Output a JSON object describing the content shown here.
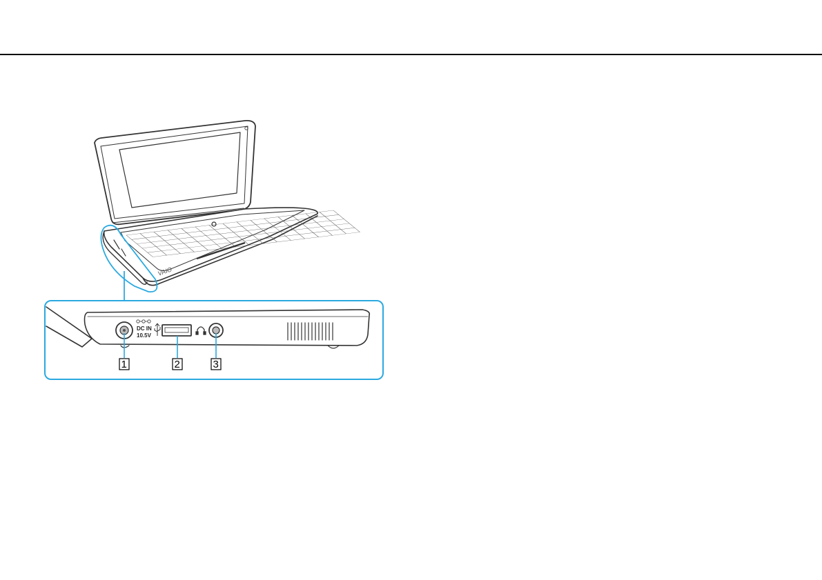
{
  "figure": {
    "callouts": [
      {
        "number": "1",
        "port": "dc-in-port"
      },
      {
        "number": "2",
        "port": "usb-port"
      },
      {
        "number": "3",
        "port": "headphones-jack"
      }
    ],
    "port_labels": {
      "dc_in": "DC  IN",
      "dc_in_voltage": "10.5V"
    },
    "brand_mark": "VAIO",
    "colors": {
      "highlight": "#2aa9e0",
      "rule": "#000000",
      "outline": "#333333"
    },
    "icons": [
      "dc-polarity-icon",
      "usb-icon",
      "headphones-icon"
    ]
  }
}
